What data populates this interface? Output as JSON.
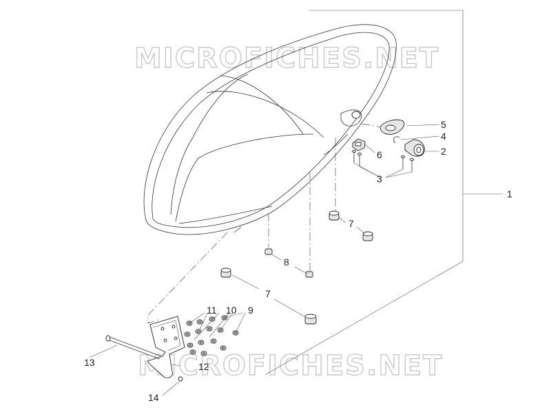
{
  "watermarks": [
    "MICROFICHES.NET",
    "MICROFICHES.NET"
  ],
  "callouts": {
    "c1": "1",
    "c2": "2",
    "c3": "3",
    "c4": "4",
    "c5": "5",
    "c6": "6",
    "c7a": "7",
    "c7b": "7",
    "c8": "8",
    "c9": "9",
    "c10": "10",
    "c11": "11",
    "c12": "12",
    "c13": "13",
    "c14": "14"
  }
}
